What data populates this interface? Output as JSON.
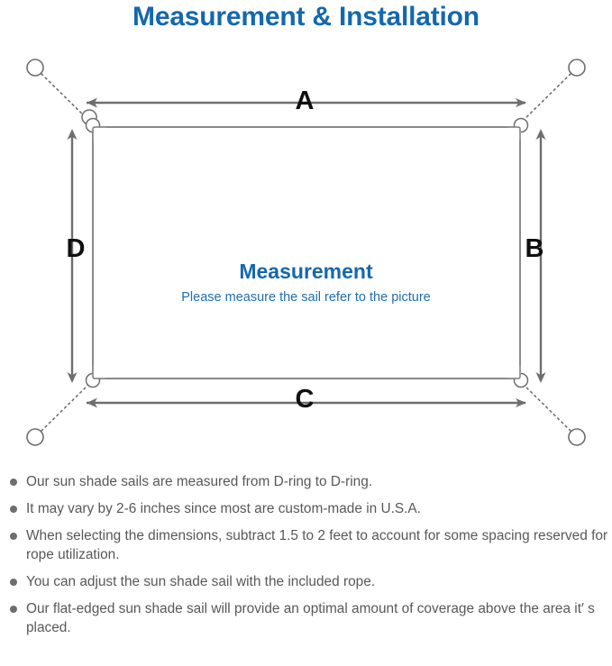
{
  "page": {
    "title": "Measurement & Installation",
    "title_color": "#1468ad"
  },
  "diagram": {
    "center_title": "Measurement",
    "center_subtitle": "Please measure the sail refer to the picture",
    "center_title_color": "#1468ad",
    "line_color": "#6e6e6e",
    "sail_edge_color": "#7a7a7a",
    "labels": {
      "top": "A",
      "right": "B",
      "bottom": "C",
      "left": "D"
    },
    "anchor_icon": "anchor-circle-icon",
    "dring_icon": "d-ring-icon",
    "rope_icon": "dotted-rope-line-icon",
    "dimension_icon": "double-arrow-dimension-icon"
  },
  "notes": [
    "Our sun shade sails are measured from D-ring to D-ring.",
    "It may vary by 2-6 inches since most are custom-made in U.S.A.",
    "When selecting the dimensions, subtract 1.5 to 2 feet to account for some spacing reserved for rope utilization.",
    "You can adjust the sun shade sail with the included rope.",
    "Our flat-edged sun shade sail will provide an optimal amount of coverage above the area it′ s placed."
  ]
}
